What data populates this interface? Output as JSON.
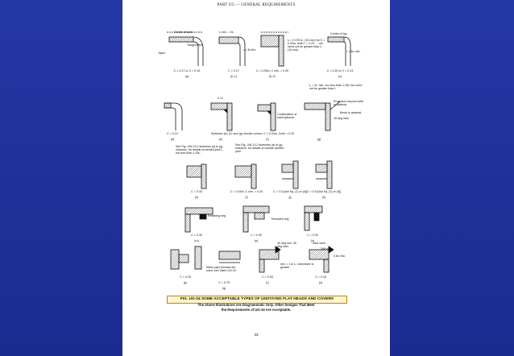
{
  "page": {
    "header": "PART UG — GENERAL REQUIREMENTS",
    "page_number": "33"
  },
  "labels": {
    "center_of_weld": "Center of weld",
    "center_of_lap": "Center of lap",
    "taper": "Taper",
    "tangent_line": "Tangent line",
    "t_min_2ts": "t₁ min. = 2tₛ",
    "r3t_min": "r = 3t min.",
    "r3th_min": "r = 3tₕ min.",
    "a_c": "C = 0.17 or C = 0.10",
    "a": "(a)",
    "b1_c": "C = 0.17",
    "b1": "(b-1)",
    "b2_c": "C = 0.33m, C min. = 0.20",
    "b2": "(b-2)",
    "c_c": "C = 0.20 or C = 0.13",
    "c": "(c)",
    "b2_note": "tₛ = 0.375 in. (10 mm) for C = 0.33m; limit C = 0.20 … not need not be greater than tₛ (10 mm)",
    "proj_note": "t₁ = 2tₛ min. nor less than 1.25tₛ but need not be greater than t",
    "projection": "Projection beyond weld is optional",
    "bevel": "Bevel is optional",
    "deg45": "45 deg max.",
    "continuation": "Continuation of shell optional",
    "d_c": "C = 0.13",
    "d": "(d)",
    "sketches_note": "Sketches (e), (f), and (g) circular covers, C = 0.33m, Cmin = 0.20",
    "e": "(e)",
    "f": "(f)",
    "g": "(g)",
    "t07": "0.7tₛ",
    "uw1": "See Fig. UW-13.2 sketches (a) to (g), inclusive, for details of welded joint tₛ not less than 1.25tₛ",
    "uw2": "See Fig. UW-13.2 sketches (a) to (g), inclusive, for details of outside welded joint",
    "h_c": "C = 0.33",
    "h": "(h)",
    "i_c": "C = 0.33m, C min. = 0.20",
    "i": "(i)",
    "j_c": "C = 0.3 [Use Eq. (2) or (5)]",
    "j": "(j)",
    "k_c": "C = 0.3 [Use Eq. (2) or (5)]",
    "k": "(k)",
    "retaining_ring": "Retaining ring",
    "threaded_ring": "Threaded ring",
    "m_c": "C = 0.30",
    "m": "(m)",
    "n_c": "C = 0.30",
    "n": "(n)",
    "o_c": "C = 0.30",
    "o": "(o)",
    "seal_weld": "Seal weld",
    "r3t": "3/4t min.",
    "deg30": "30 deg min. 45 deg max.",
    "min_08": "0.8tₛ min.",
    "whichever": "min. = t or tₛ, whichever is greater",
    "pipe_threads": "When pipe threads are used, see Table UG-43",
    "p_c": "C = 0.25",
    "p": "(p)",
    "q_c": "C = 0.75",
    "q": "(q)",
    "r_c": "C = 0.33",
    "r": "(r)",
    "s_c": "C = 0.33",
    "s": "(s)"
  },
  "caption": {
    "title": "FIG. UG-34   SOME ACCEPTABLE TYPES OF UNSTAYED FLAT HEADS AND COVERS",
    "line1": "The Above Illustrations Are Diagrammatic Only. Other Designs That Meet",
    "line2": "the Requirements of UG-34 Are Acceptable."
  },
  "colors": {
    "background": "#1f2f9a",
    "paper": "#ffffff",
    "caption_border": "#b8860b",
    "caption_fill": "#fff6cf"
  }
}
